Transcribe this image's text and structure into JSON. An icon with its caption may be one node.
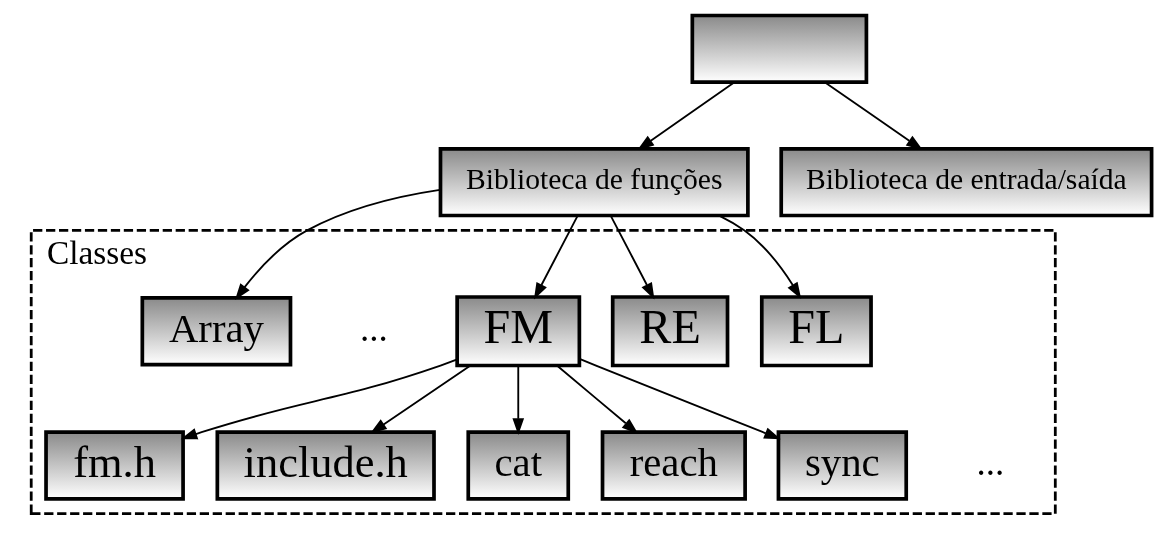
{
  "diagram": {
    "nodes": [
      {
        "text": [],
        "shape": "box"
      },
      {
        "text": [
          "Biblioteca de funções"
        ]
      },
      {
        "text": [
          "Biblioteca de entrada/saída"
        ]
      },
      {
        "text": [
          "Classes"
        ]
      },
      {
        "text": [
          "FL"
        ],
        "in": 3
      },
      {
        "text": [
          "RE"
        ],
        "in": 3
      },
      {
        "text": [
          "FM"
        ],
        "in": 3
      },
      {
        "text": [
          "Array"
        ],
        "in": 3
      },
      {
        "text": [
          "fm.h"
        ],
        "in": 3
      },
      {
        "text": [
          "include.h"
        ],
        "in": 3
      },
      {
        "text": [
          "cat"
        ],
        "in": 3
      },
      {
        "text": [
          "reach"
        ],
        "in": 3
      },
      {
        "text": [
          "sync"
        ],
        "in": 3
      }
    ],
    "edges": [
      {
        "from": 0,
        "to": 1,
        "arrow": "to"
      },
      {
        "from": 0,
        "to": 2,
        "arrow": "to"
      },
      {
        "from": 1,
        "to": 4,
        "arrow": "to"
      },
      {
        "from": 1,
        "to": 5,
        "arrow": "to"
      },
      {
        "from": 1,
        "to": 6,
        "arrow": "to"
      },
      {
        "from": 1,
        "to": 7,
        "arrow": "to"
      },
      {
        "from": 6,
        "to": 8,
        "arrow": "to"
      },
      {
        "from": 6,
        "to": 9,
        "arrow": "to"
      },
      {
        "from": 6,
        "to": 10,
        "arrow": "to"
      },
      {
        "from": 6,
        "to": 11,
        "arrow": "to"
      },
      {
        "from": 6,
        "to": 12,
        "arrow": "to"
      }
    ],
    "labels": [
      "...",
      "..."
    ]
  }
}
